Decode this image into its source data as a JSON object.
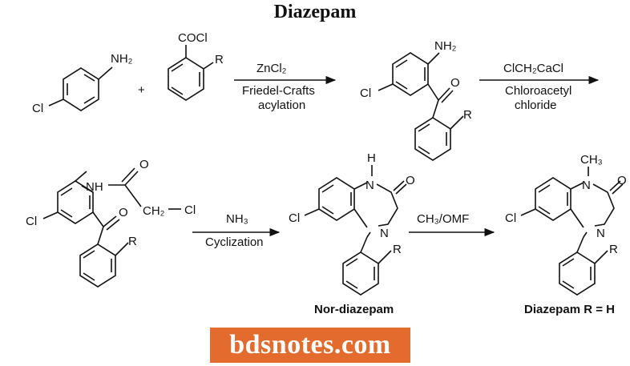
{
  "title": "Diazepam",
  "reactants": {
    "amine_label": "NH₂",
    "amine_cl": "Cl",
    "plus": "+",
    "acyl_label": "COCl",
    "acyl_r": "R"
  },
  "step1": {
    "reagent": "ZnCl₂",
    "condition_line1": "Friedel-Crafts",
    "condition_line2": "acylation"
  },
  "intermediate1": {
    "nh2": "NH₂",
    "cl": "Cl",
    "o": "O",
    "r": "R"
  },
  "step2": {
    "reagent": "ClCH₂CaCl",
    "condition_line1": "Chloroacetyl",
    "condition_line2": "chloride"
  },
  "intermediate2": {
    "nh": "NH",
    "o_amide": "O",
    "ch2": "CH₂",
    "cl_chain": "Cl",
    "cl_ring": "Cl",
    "o_ketone": "O",
    "r": "R"
  },
  "step3": {
    "reagent": "NH₃",
    "condition": "Cyclization"
  },
  "nordiazepam": {
    "h": "H",
    "n1": "N",
    "o": "O",
    "n4": "N",
    "cl": "Cl",
    "r": "R",
    "caption": "Nor-diazepam"
  },
  "step4": {
    "reagent": "CH₃/OMF"
  },
  "diazepam": {
    "ch3": "CH₃",
    "n1": "N",
    "o": "O",
    "n4": "N",
    "cl": "Cl",
    "r": "R",
    "caption": "Diazepam R = H"
  },
  "watermark": "bdsnotes.com"
}
